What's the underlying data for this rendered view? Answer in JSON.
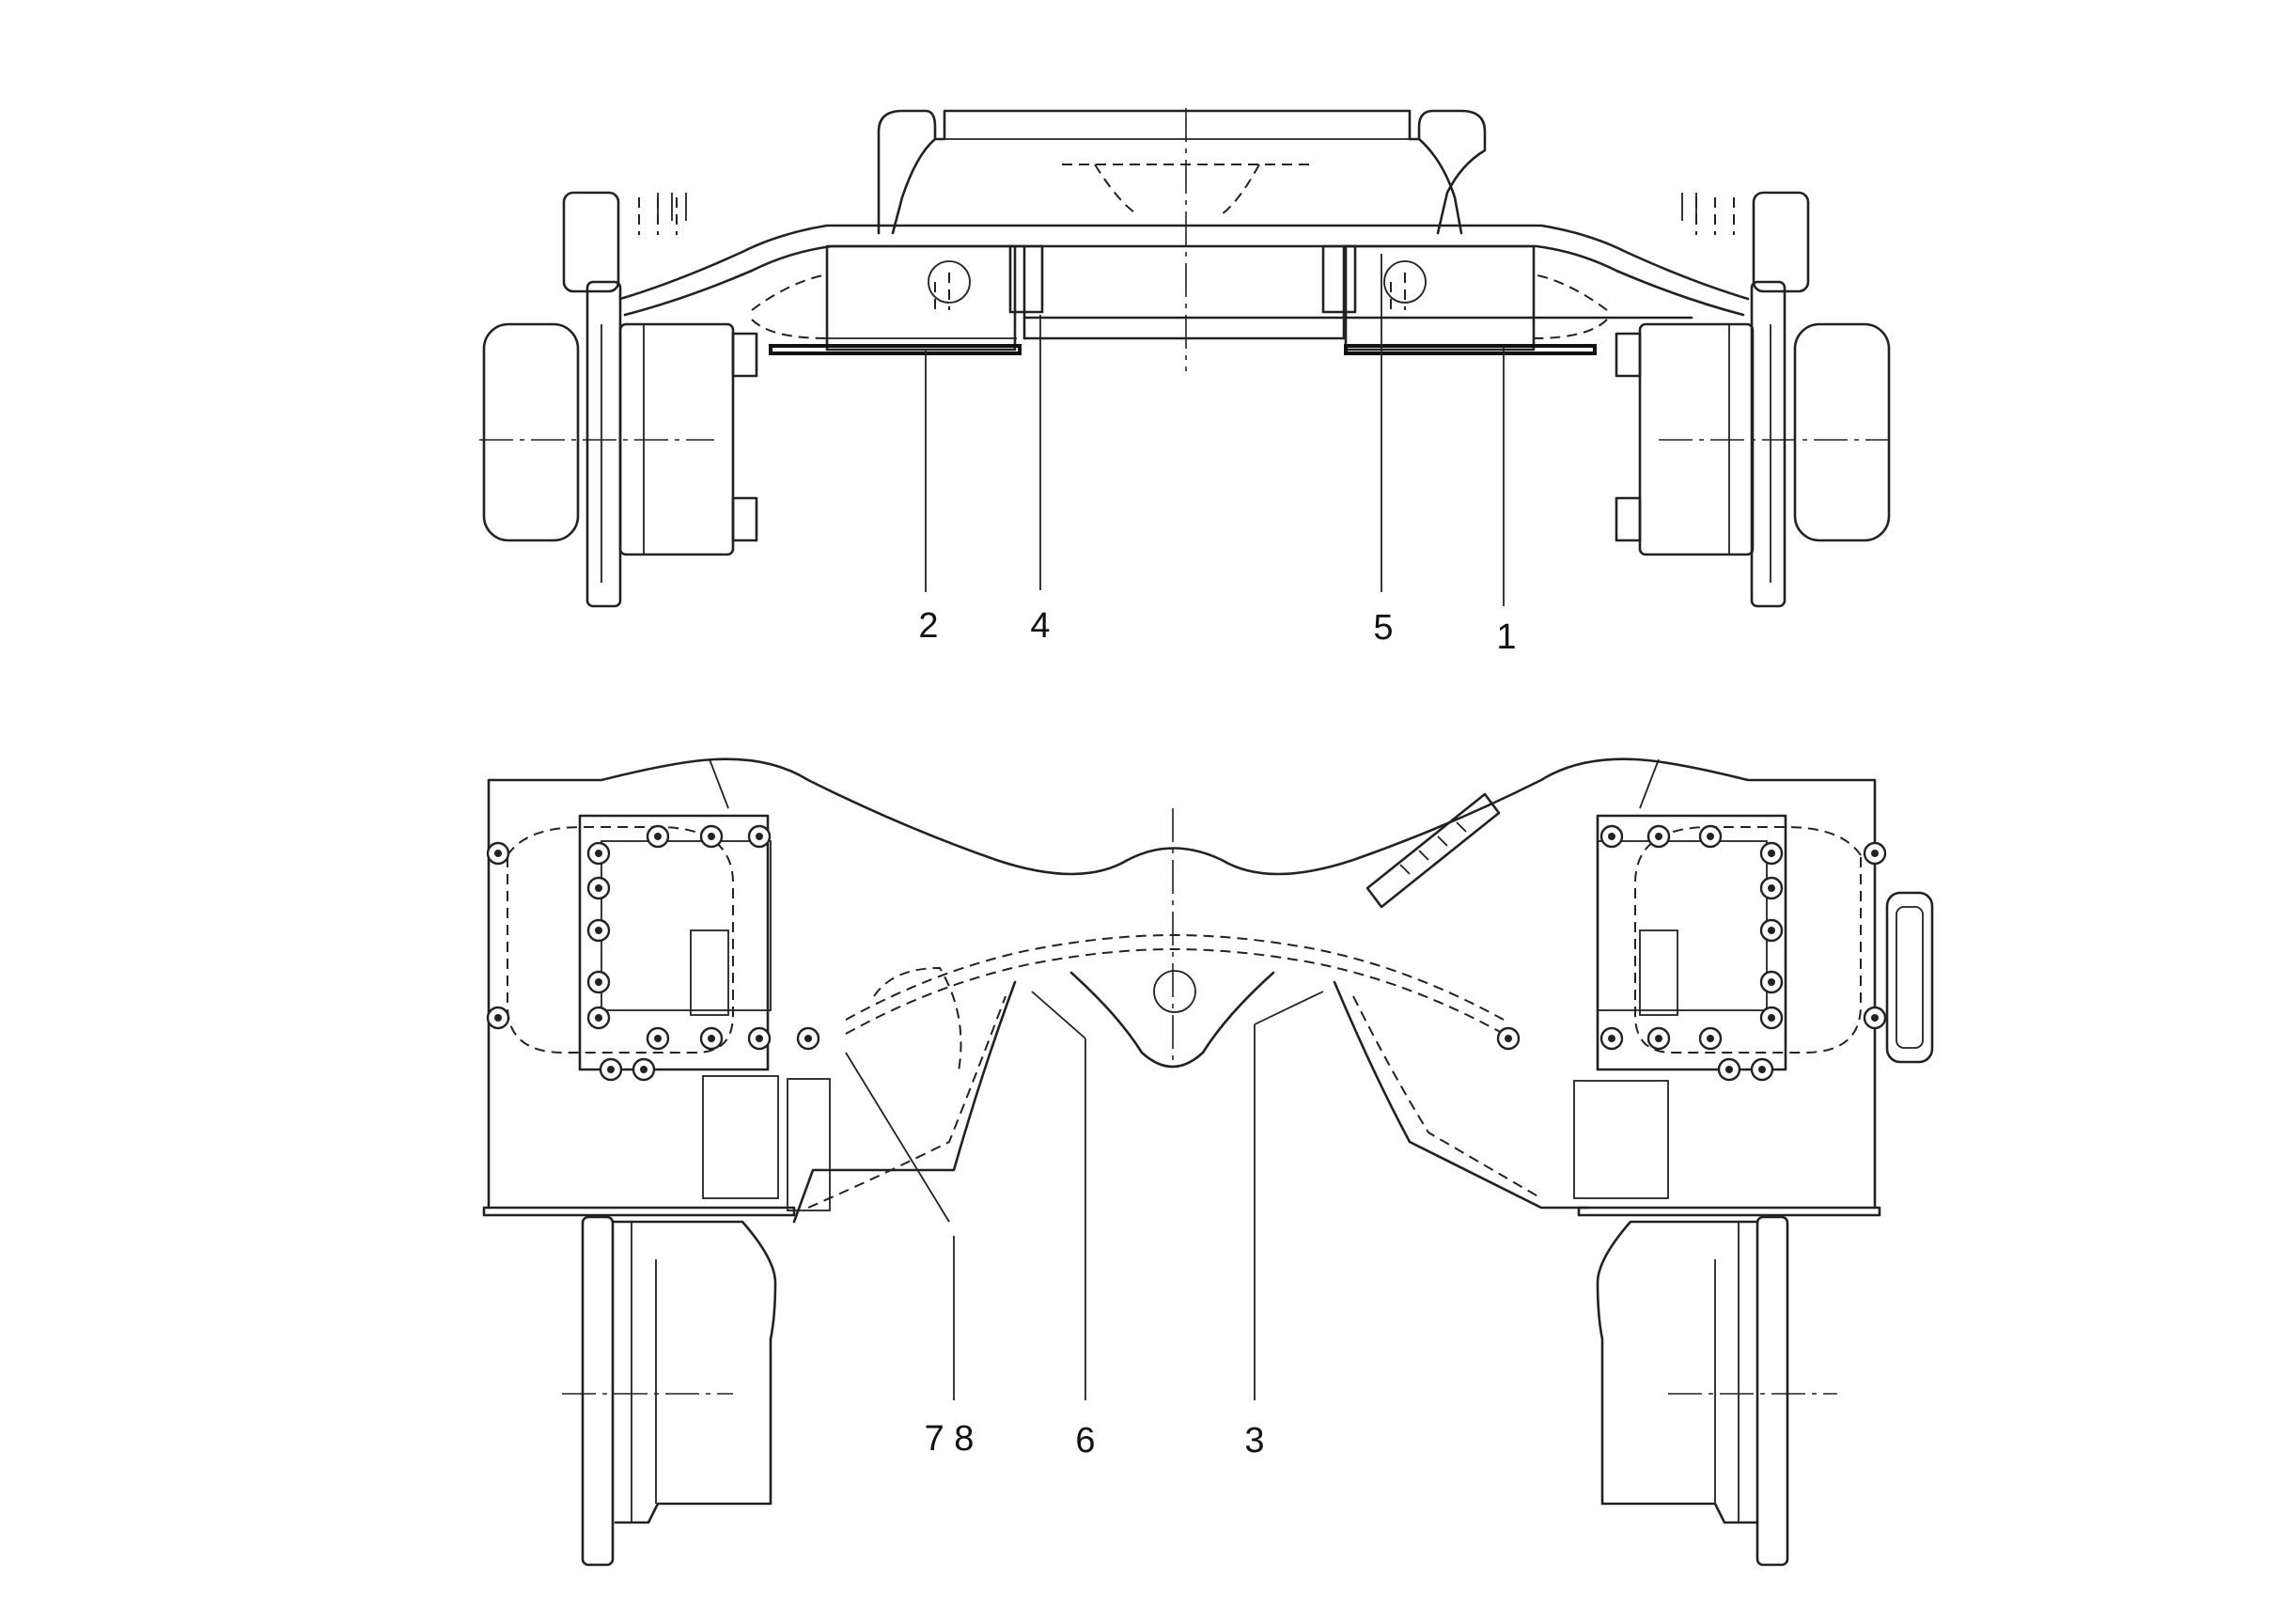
{
  "callouts": {
    "c1": "1",
    "c2": "2",
    "c3": "3",
    "c4": "4",
    "c5": "5",
    "c6": "6",
    "c78": "7 8"
  },
  "colors": {
    "line": "#222222",
    "background": "#ffffff"
  }
}
